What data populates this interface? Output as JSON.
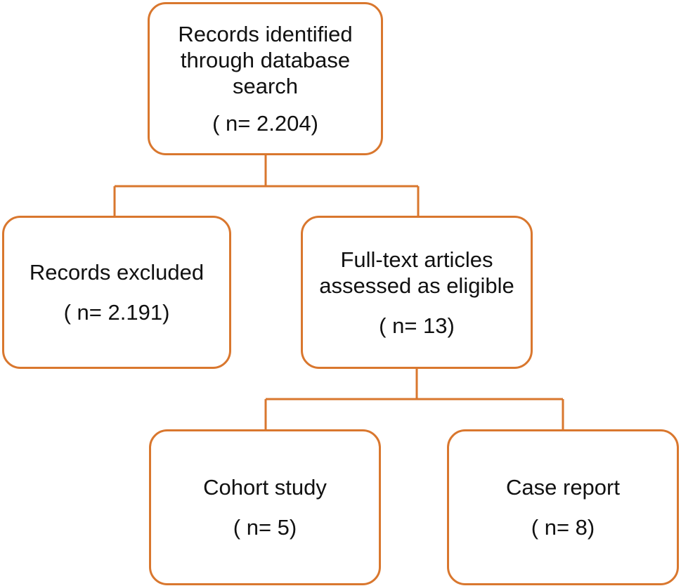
{
  "boxes": {
    "identified": {
      "lines": [
        "Records identified",
        "through database",
        "search"
      ],
      "count": "( n= 2.204)"
    },
    "excluded": {
      "lines": [
        "Records excluded"
      ],
      "count": "( n= 2.191)"
    },
    "eligible": {
      "lines": [
        "Full-text articles",
        "assessed as eligible"
      ],
      "count": "( n= 13)"
    },
    "cohort": {
      "lines": [
        "Cohort study"
      ],
      "count": "( n= 5)"
    },
    "case": {
      "lines": [
        "Case report"
      ],
      "count": "( n= 8)"
    }
  },
  "colors": {
    "border": "#d9772e",
    "text": "#111111"
  }
}
